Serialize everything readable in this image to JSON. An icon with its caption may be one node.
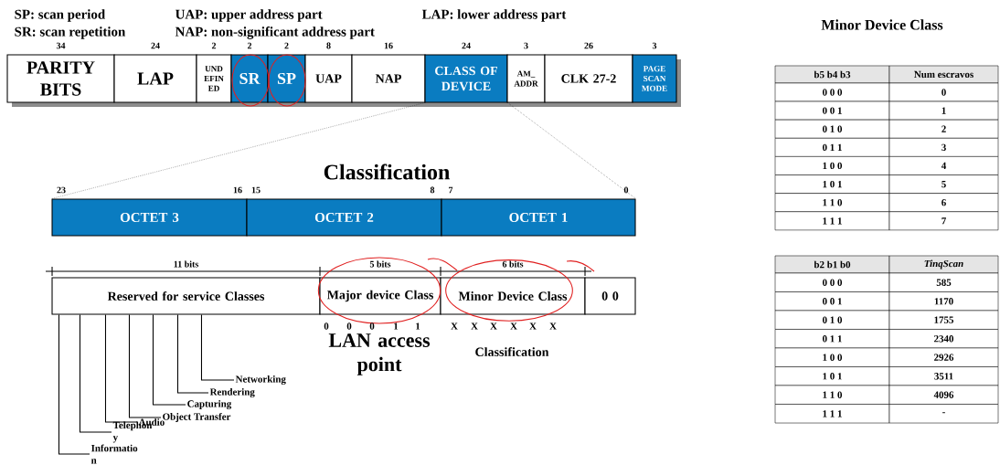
{
  "diagram": {
    "nodes": [
      {
        "text": [
          "PARITY BITS"
        ],
        "beside": [
          "34"
        ]
      },
      {
        "text": [
          "LAP"
        ],
        "beside": [
          "24"
        ]
      },
      {
        "text": [
          "UND EFIN ED"
        ],
        "beside": [
          "2"
        ]
      },
      {
        "text": [
          "SR"
        ],
        "beside": [
          "2"
        ]
      },
      {
        "text": [
          "SP"
        ],
        "beside": [
          "2"
        ]
      },
      {
        "text": [
          "UAP"
        ],
        "beside": [
          "8"
        ]
      },
      {
        "text": [
          "NAP"
        ],
        "beside": [
          "16"
        ]
      },
      {
        "text": [
          "CLASS OF DEVICE"
        ],
        "beside": [
          "24"
        ]
      },
      {
        "text": [
          "AM_ ADDR"
        ],
        "beside": [
          "3"
        ]
      },
      {
        "text": [
          "CLK 27-2"
        ],
        "beside": [
          "26"
        ]
      },
      {
        "text": [
          "PAGE SCAN MODE"
        ],
        "beside": [
          "3"
        ]
      },
      {
        "text": [
          "OCTET 3"
        ],
        "beside": [
          "23",
          "16"
        ]
      },
      {
        "text": [
          "OCTET 2"
        ],
        "beside": [
          "15",
          "8"
        ]
      },
      {
        "text": [
          "OCTET 1"
        ],
        "beside": [
          "7",
          "0"
        ]
      },
      {
        "text": [
          "Reserved for service Classes"
        ],
        "beside": [
          "11 bits"
        ]
      },
      {
        "text": [
          "Major device Class"
        ],
        "beside": [
          "5 bits"
        ]
      },
      {
        "text": [
          "Minor Device Class"
        ],
        "beside": [
          "6 bits"
        ]
      },
      {
        "text": [
          "0 0"
        ]
      },
      {
        "text": [
          "Networking"
        ]
      },
      {
        "text": [
          "Rendering"
        ]
      },
      {
        "text": [
          "Capturing"
        ]
      },
      {
        "text": [
          "Object Transfer"
        ]
      },
      {
        "text": [
          "Audio"
        ]
      },
      {
        "text": [
          "Telephon y"
        ]
      },
      {
        "text": [
          "Informatio n"
        ]
      }
    ],
    "edges": [
      {
        "from": 7,
        "to": 11,
        "arrow": "none",
        "style": "dashed"
      },
      {
        "from": 7,
        "to": 13,
        "arrow": "none",
        "style": "dashed"
      },
      {
        "from": 18,
        "to": 14,
        "arrow": "none"
      },
      {
        "from": 19,
        "to": 14,
        "arrow": "none"
      },
      {
        "from": 20,
        "to": 14,
        "arrow": "none"
      },
      {
        "from": 21,
        "to": 14,
        "arrow": "none"
      },
      {
        "from": 22,
        "to": 14,
        "arrow": "none"
      },
      {
        "from": 23,
        "to": 14,
        "arrow": "none"
      },
      {
        "from": 24,
        "to": 14,
        "arrow": "none"
      }
    ],
    "labels": [
      "SP: scan period",
      "SR: scan repetition",
      "UAP: upper address part",
      "NAP: non-significant address part",
      "LAP: lower address part",
      "Classification",
      "0",
      "0",
      "0",
      "1",
      "1",
      "X",
      "X",
      "X",
      "X",
      "X",
      "X",
      "LAN access point",
      "Classification",
      "Minor Device Class",
      "b5 b4 b3",
      "Num escravos",
      "0 0 0",
      "0",
      "0 0 1",
      "1",
      "0 1 0",
      "2",
      "0 1 1",
      "3",
      "1 0 0",
      "4",
      "1 0 1",
      "5",
      "1 1 0",
      "6",
      "1 1 1",
      "7",
      "b2 b1 b0",
      "TinqScan",
      "0 0 0",
      "585",
      "0 0 1",
      "1170",
      "0 1 0",
      "1755",
      "0 1 1",
      "2340",
      "1 0 0",
      "2926",
      "1 0 1",
      "3511",
      "1 1 0",
      "4096",
      "1 1 1",
      "-"
    ]
  }
}
